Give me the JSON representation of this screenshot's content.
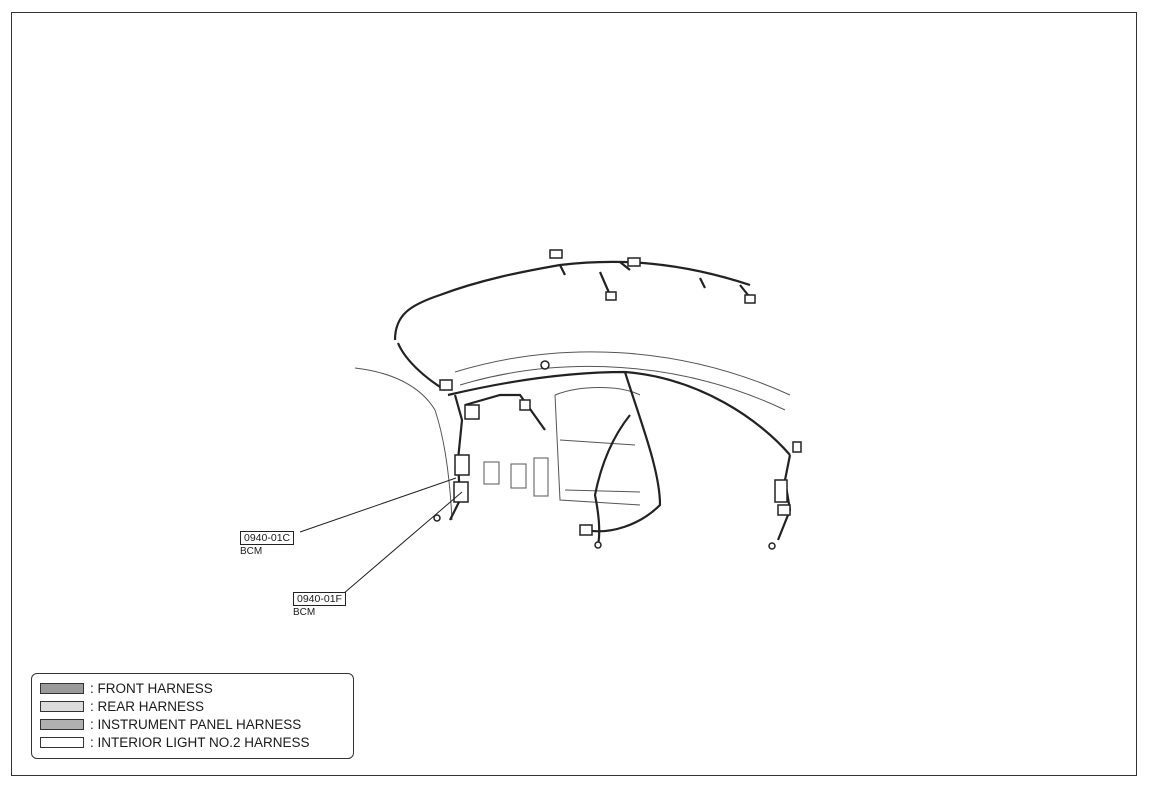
{
  "callouts": [
    {
      "code": "0940-01C",
      "sub": "BCM"
    },
    {
      "code": "0940-01F",
      "sub": "BCM"
    }
  ],
  "legend": [
    {
      "label": ": FRONT HARNESS",
      "color": "#9a9a9a"
    },
    {
      "label": ": REAR HARNESS",
      "color": "#dcdcdc"
    },
    {
      "label": ": INSTRUMENT PANEL HARNESS",
      "color": "#b0b0b0"
    },
    {
      "label": ": INTERIOR LIGHT NO.2 HARNESS",
      "color": "#ffffff"
    }
  ]
}
